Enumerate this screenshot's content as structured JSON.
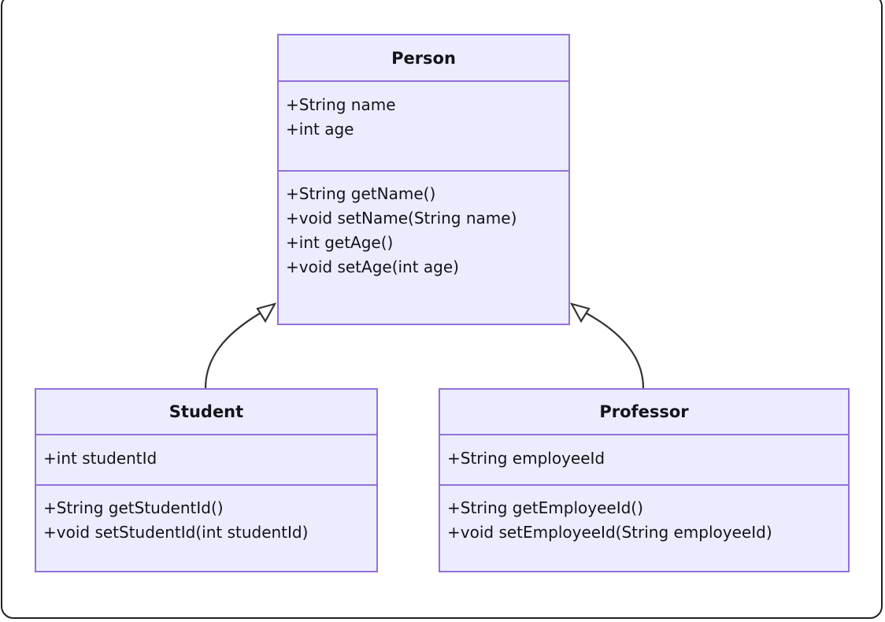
{
  "diagram": {
    "type": "uml-class-diagram",
    "title": "",
    "colors": {
      "class_fill": "#ECECFF",
      "class_border": "#9370DB",
      "text": "#13131A",
      "edge": "#333333",
      "page_border": "#1F2127",
      "background": "#FFFFFF"
    },
    "classes": [
      {
        "id": "person",
        "name": "Person",
        "attributes": [
          "+String name",
          "+int age"
        ],
        "methods": [
          "+String getName()",
          "+void setName(String name)",
          "+int getAge()",
          "+void setAge(int age)"
        ]
      },
      {
        "id": "student",
        "name": "Student",
        "attributes": [
          "+int studentId"
        ],
        "methods": [
          "+String getStudentId()",
          "+void setStudentId(int studentId)"
        ]
      },
      {
        "id": "professor",
        "name": "Professor",
        "attributes": [
          "+String employeeId"
        ],
        "methods": [
          "+String getEmployeeId()",
          "+void setEmployeeId(String employeeId)"
        ]
      }
    ],
    "relationships": [
      {
        "id": "student-extends-person",
        "type": "inheritance",
        "from": "Student",
        "to": "Person",
        "label": ""
      },
      {
        "id": "professor-extends-person",
        "type": "inheritance",
        "from": "Professor",
        "to": "Person",
        "label": ""
      }
    ]
  }
}
